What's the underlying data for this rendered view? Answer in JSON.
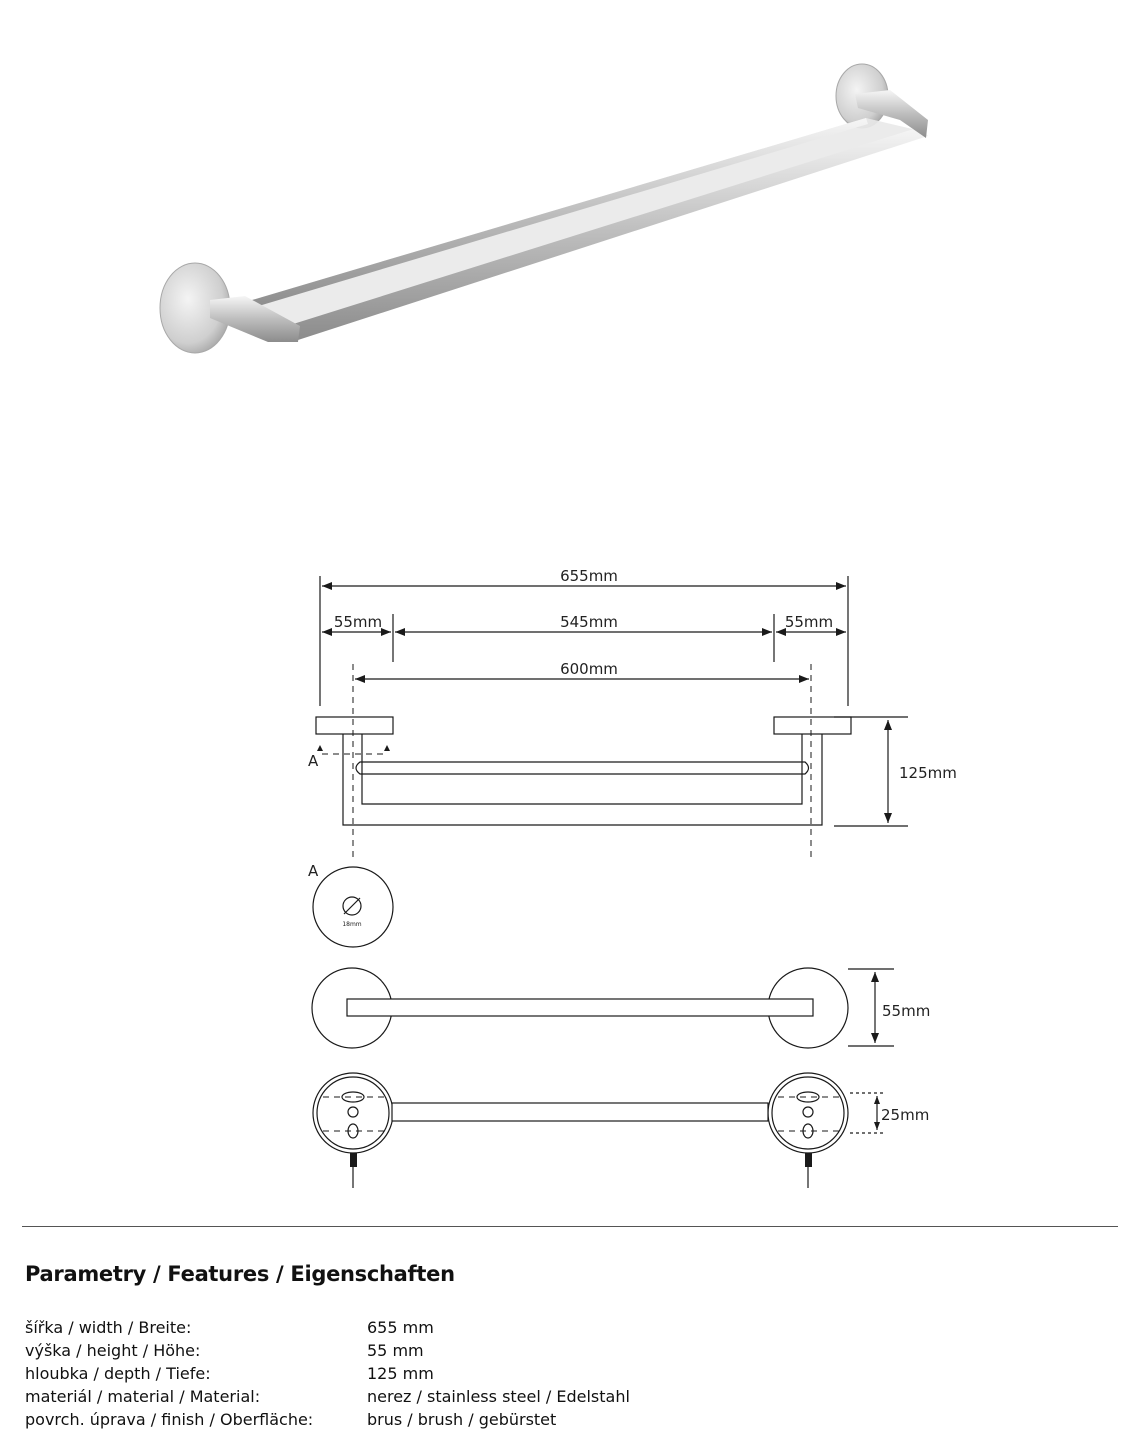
{
  "drawing": {
    "overall_width": "655mm",
    "left_flange": "55mm",
    "center_span": "545mm",
    "right_flange": "55mm",
    "mount_spacing": "600mm",
    "depth": "125mm",
    "section_mark": "A",
    "detail_label": "A",
    "tube_diameter": "18mm",
    "flange_height": "55mm",
    "bracket_height": "25mm"
  },
  "features": {
    "title": "Parametry / Features / Eigenschaften",
    "rows": [
      {
        "label": "šířka / width / Breite:",
        "value": "655 mm"
      },
      {
        "label": "výška / height / Höhe:",
        "value": "55 mm"
      },
      {
        "label": "hloubka / depth / Tiefe:",
        "value": "125 mm"
      },
      {
        "label": "materiál / material / Material:",
        "value": "nerez / stainless steel  / Edelstahl"
      },
      {
        "label": "povrch. úprava / finish / Oberfläche:",
        "value": "brus / brush / gebürstet"
      }
    ]
  },
  "colors": {
    "line": "#1a1a1a",
    "steel_light": "#eeeeee",
    "steel_dark": "#9a9a9a"
  }
}
